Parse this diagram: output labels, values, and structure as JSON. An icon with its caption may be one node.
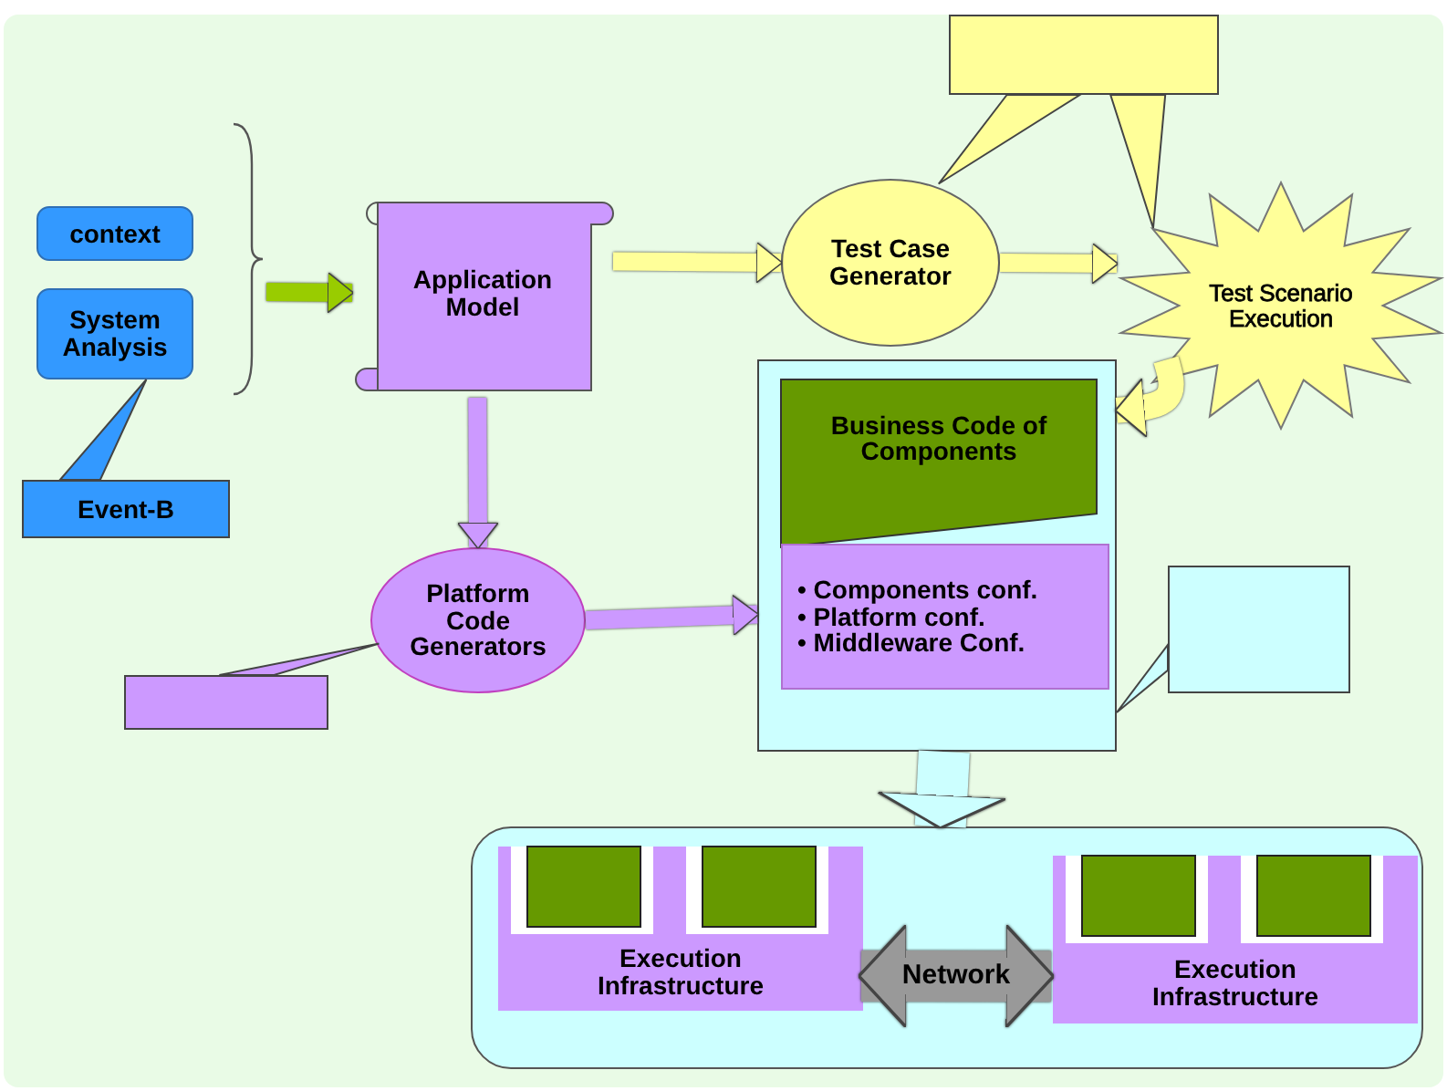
{
  "diagram": {
    "nodes": [
      {
        "text": [
          "context"
        ]
      },
      {
        "text": [
          "System Analysis"
        ]
      },
      {
        "text": [
          "Event-B"
        ]
      },
      {
        "text": [
          "Application Model"
        ]
      },
      {
        "text": [
          "Test Case Generator"
        ]
      },
      {
        "text": [],
        "shape": "box"
      },
      {
        "text": [
          "Test Scenario Execution"
        ]
      },
      {
        "text": [],
        "shape": "box"
      },
      {
        "text": [
          "Business Code of Components"
        ],
        "in": 7
      },
      {
        "text": [
          "• Components conf.",
          "• Platform conf.",
          "• Middleware Conf."
        ],
        "in": 7
      },
      {
        "text": [
          "Platform Code Generators"
        ]
      },
      {
        "text": [],
        "shape": "box"
      },
      {
        "text": [],
        "shape": "box"
      },
      {
        "text": [],
        "shape": "box"
      },
      {
        "text": [
          "Execution Infrastructure"
        ],
        "in": 13
      },
      {
        "text": [
          "Execution Infrastructure"
        ],
        "in": 13
      },
      {
        "text": [],
        "shape": "brace"
      }
    ],
    "edges": [
      {
        "from": 16,
        "to": 3,
        "arrow": "to",
        "color": "#99cc00"
      },
      {
        "from": 3,
        "to": 4,
        "arrow": "to",
        "color": "#ffff99"
      },
      {
        "from": 4,
        "to": 6,
        "arrow": "to",
        "color": "#ffff99"
      },
      {
        "from": 6,
        "to": 7,
        "arrow": "to",
        "color": "#ffff99"
      },
      {
        "from": 3,
        "to": 10,
        "arrow": "to",
        "color": "#cc99ff"
      },
      {
        "from": 10,
        "to": 7,
        "arrow": "to",
        "color": "#cc99ff"
      },
      {
        "from": 7,
        "to": 13,
        "arrow": "to",
        "style": "thick",
        "color": "#ccffff"
      },
      {
        "from": 14,
        "to": 15,
        "arrow": "both",
        "label": "Network",
        "style": "thick",
        "color": "#999999"
      },
      {
        "from": 2,
        "to": 1,
        "arrow": "none",
        "color": "#3399ff"
      },
      {
        "from": 5,
        "to": 4,
        "arrow": "none",
        "color": "#ffff99"
      },
      {
        "from": 5,
        "to": 6,
        "arrow": "none",
        "color": "#ffff99"
      },
      {
        "from": 11,
        "to": 10,
        "arrow": "none",
        "color": "#cc99ff"
      },
      {
        "from": 12,
        "to": 7,
        "arrow": "none",
        "color": "#ccffff"
      }
    ]
  }
}
